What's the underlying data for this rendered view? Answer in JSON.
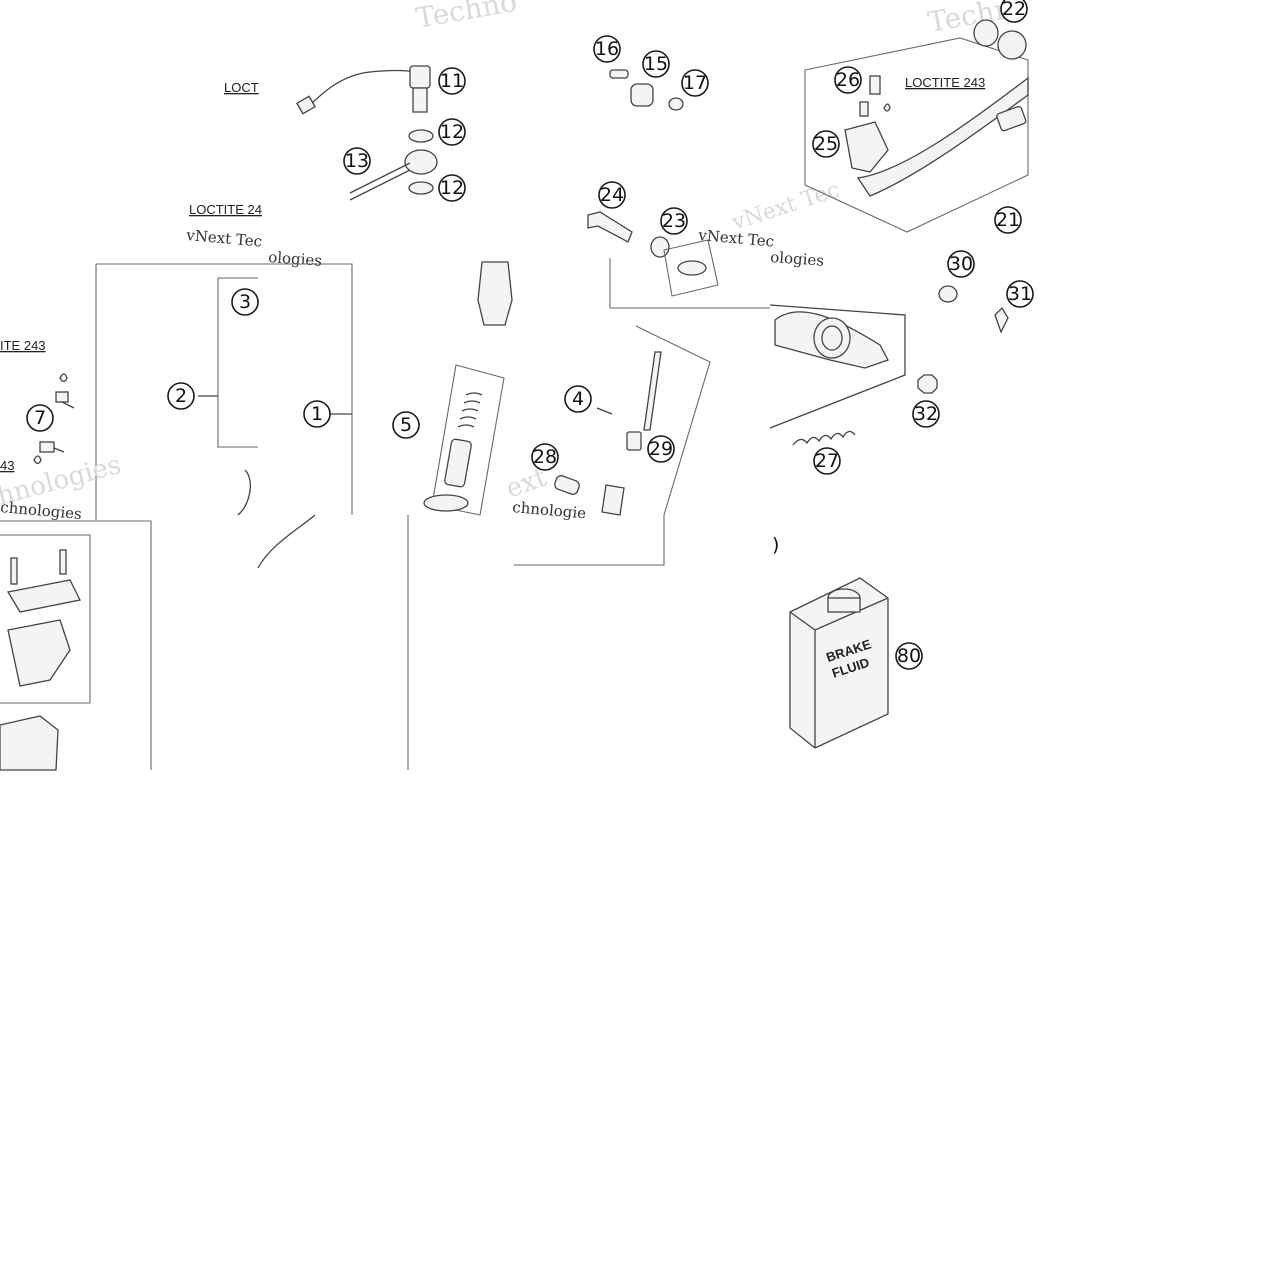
{
  "diagram": {
    "notes": {
      "loctite_top": "LOCT",
      "loctite_mid": "LOCTITE 24",
      "loctite_left": "ITE 243",
      "loctite_left2": "43",
      "loctite_right": "LOCTITE 243"
    },
    "watermarks": {
      "w1": "Techno",
      "w2": "vNext Tec",
      "w3": "Techno",
      "w4": "vNext Tec",
      "w5": "hnologies",
      "w6": "chnologies",
      "w7": "chnologie",
      "w8": "ext",
      "w9": "ologies"
    },
    "labels": {
      "brake_fluid_line1": "BRAKE",
      "brake_fluid_line2": "FLUID"
    },
    "callouts": [
      {
        "id": "c11",
        "text": "11"
      },
      {
        "id": "c12a",
        "text": "12"
      },
      {
        "id": "c12b",
        "text": "12"
      },
      {
        "id": "c13",
        "text": "13"
      },
      {
        "id": "c16",
        "text": "16"
      },
      {
        "id": "c15",
        "text": "15"
      },
      {
        "id": "c17",
        "text": "17"
      },
      {
        "id": "c24",
        "text": "24"
      },
      {
        "id": "c23",
        "text": "23"
      },
      {
        "id": "c22",
        "text": "22"
      },
      {
        "id": "c26",
        "text": "26"
      },
      {
        "id": "c25",
        "text": "25"
      },
      {
        "id": "c21",
        "text": "21"
      },
      {
        "id": "c30",
        "text": "30"
      },
      {
        "id": "c31",
        "text": "31"
      },
      {
        "id": "c32",
        "text": "32"
      },
      {
        "id": "c27",
        "text": "27"
      },
      {
        "id": "c3",
        "text": "3"
      },
      {
        "id": "c2",
        "text": "2"
      },
      {
        "id": "c1",
        "text": "1"
      },
      {
        "id": "c5",
        "text": "5"
      },
      {
        "id": "c4",
        "text": "4"
      },
      {
        "id": "c29",
        "text": "29"
      },
      {
        "id": "c28",
        "text": "28"
      },
      {
        "id": "c7",
        "text": "7"
      },
      {
        "id": "c80",
        "text": "80"
      }
    ]
  }
}
